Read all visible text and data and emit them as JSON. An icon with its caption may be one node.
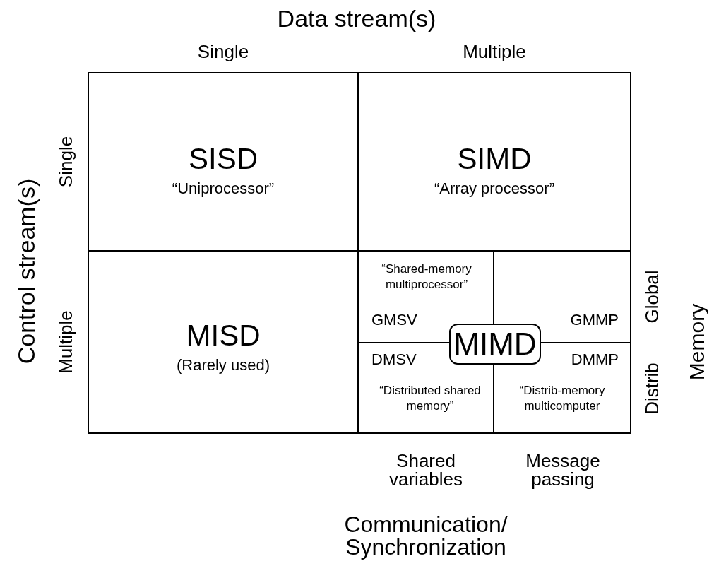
{
  "diagram": {
    "nodes": [
      {
        "text": [
          "SISD",
          "“Uniprocessor”"
        ]
      },
      {
        "text": [
          "SIMD",
          "“Array processor”"
        ]
      },
      {
        "text": [
          "MISD",
          "(Rarely used)"
        ]
      },
      {
        "text": [
          "“Shared-memory multiprocessor”",
          "GMSV"
        ]
      },
      {
        "text": [
          "GMMP"
        ]
      },
      {
        "text": [
          "DMSV",
          "“Distributed shared memory”"
        ]
      },
      {
        "text": [
          "DMMP",
          "“Distrib-memory multicomputer"
        ]
      },
      {
        "text": [
          "MIMD"
        ]
      }
    ],
    "labels": [
      "Data stream(s)",
      "Single",
      "Multiple",
      "Control stream(s)",
      "Single",
      "Multiple",
      "Global",
      "Distrib",
      "Memory",
      "Shared variables",
      "Message passing",
      "Communication/ Synchronization"
    ]
  }
}
